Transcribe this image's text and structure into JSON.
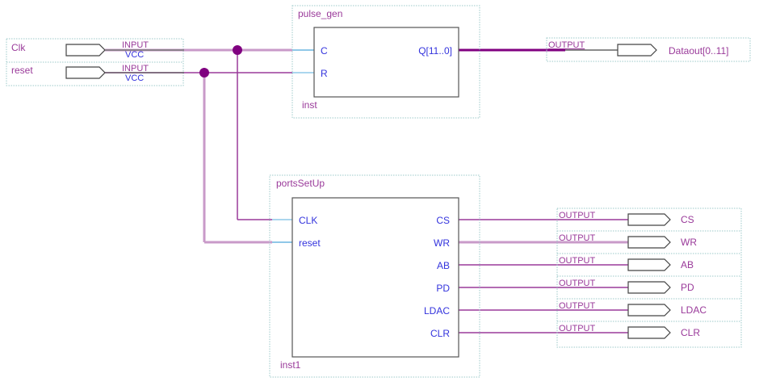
{
  "colors": {
    "wire": "#9a3a9a",
    "wire_light": "#c99ac9",
    "bus": "#800080",
    "pin_stub": "#8fc8e8",
    "junction": "#800080",
    "frame": "#9cc9c9",
    "text_purple": "#9a3a9a",
    "text_blue": "#3333dd"
  },
  "inputs": [
    {
      "name": "Clk",
      "type": "INPUT",
      "default": "VCC"
    },
    {
      "name": "reset",
      "type": "INPUT",
      "default": "VCC"
    }
  ],
  "blocks": [
    {
      "module": "pulse_gen",
      "instance": "inst",
      "inputs": [
        "C",
        "R"
      ],
      "outputs": [
        "Q[11..0]"
      ]
    },
    {
      "module": "portsSetUp",
      "instance": "inst1",
      "inputs": [
        "CLK",
        "reset"
      ],
      "outputs": [
        "CS",
        "WR",
        "AB",
        "PD",
        "LDAC",
        "CLR"
      ]
    }
  ],
  "outputs": [
    {
      "name": "Dataout[0..11]",
      "type": "OUTPUT"
    },
    {
      "name": "CS",
      "type": "OUTPUT"
    },
    {
      "name": "WR",
      "type": "OUTPUT"
    },
    {
      "name": "AB",
      "type": "OUTPUT"
    },
    {
      "name": "PD",
      "type": "OUTPUT"
    },
    {
      "name": "LDAC",
      "type": "OUTPUT"
    },
    {
      "name": "CLR",
      "type": "OUTPUT"
    }
  ]
}
